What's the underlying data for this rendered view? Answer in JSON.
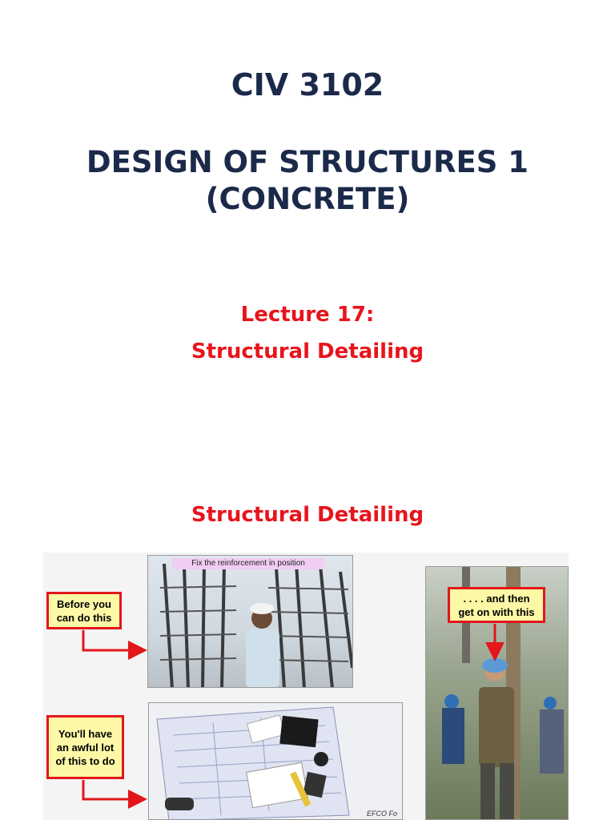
{
  "course": {
    "code": "CIV 3102",
    "title_line1": "DESIGN OF STRUCTURES 1",
    "title_line2": "(CONCRETE)"
  },
  "lecture": {
    "number_label": "Lecture 17:",
    "topic": "Structural Detailing"
  },
  "section_heading": "Structural Detailing",
  "figure": {
    "photo1_caption": "Fix the reinforcement in position",
    "callout1": "Before you\ncan do this",
    "callout2": "You'll have\nan awful lot\nof this to do",
    "callout3": ". . . . and then\nget on with this",
    "photo2_corner_text": "EFCO Fo",
    "accent_color": "#e3161a",
    "callout_fill": "#fcf8a6",
    "title_color": "#1b2a4a",
    "heading_color": "#e8141b"
  }
}
